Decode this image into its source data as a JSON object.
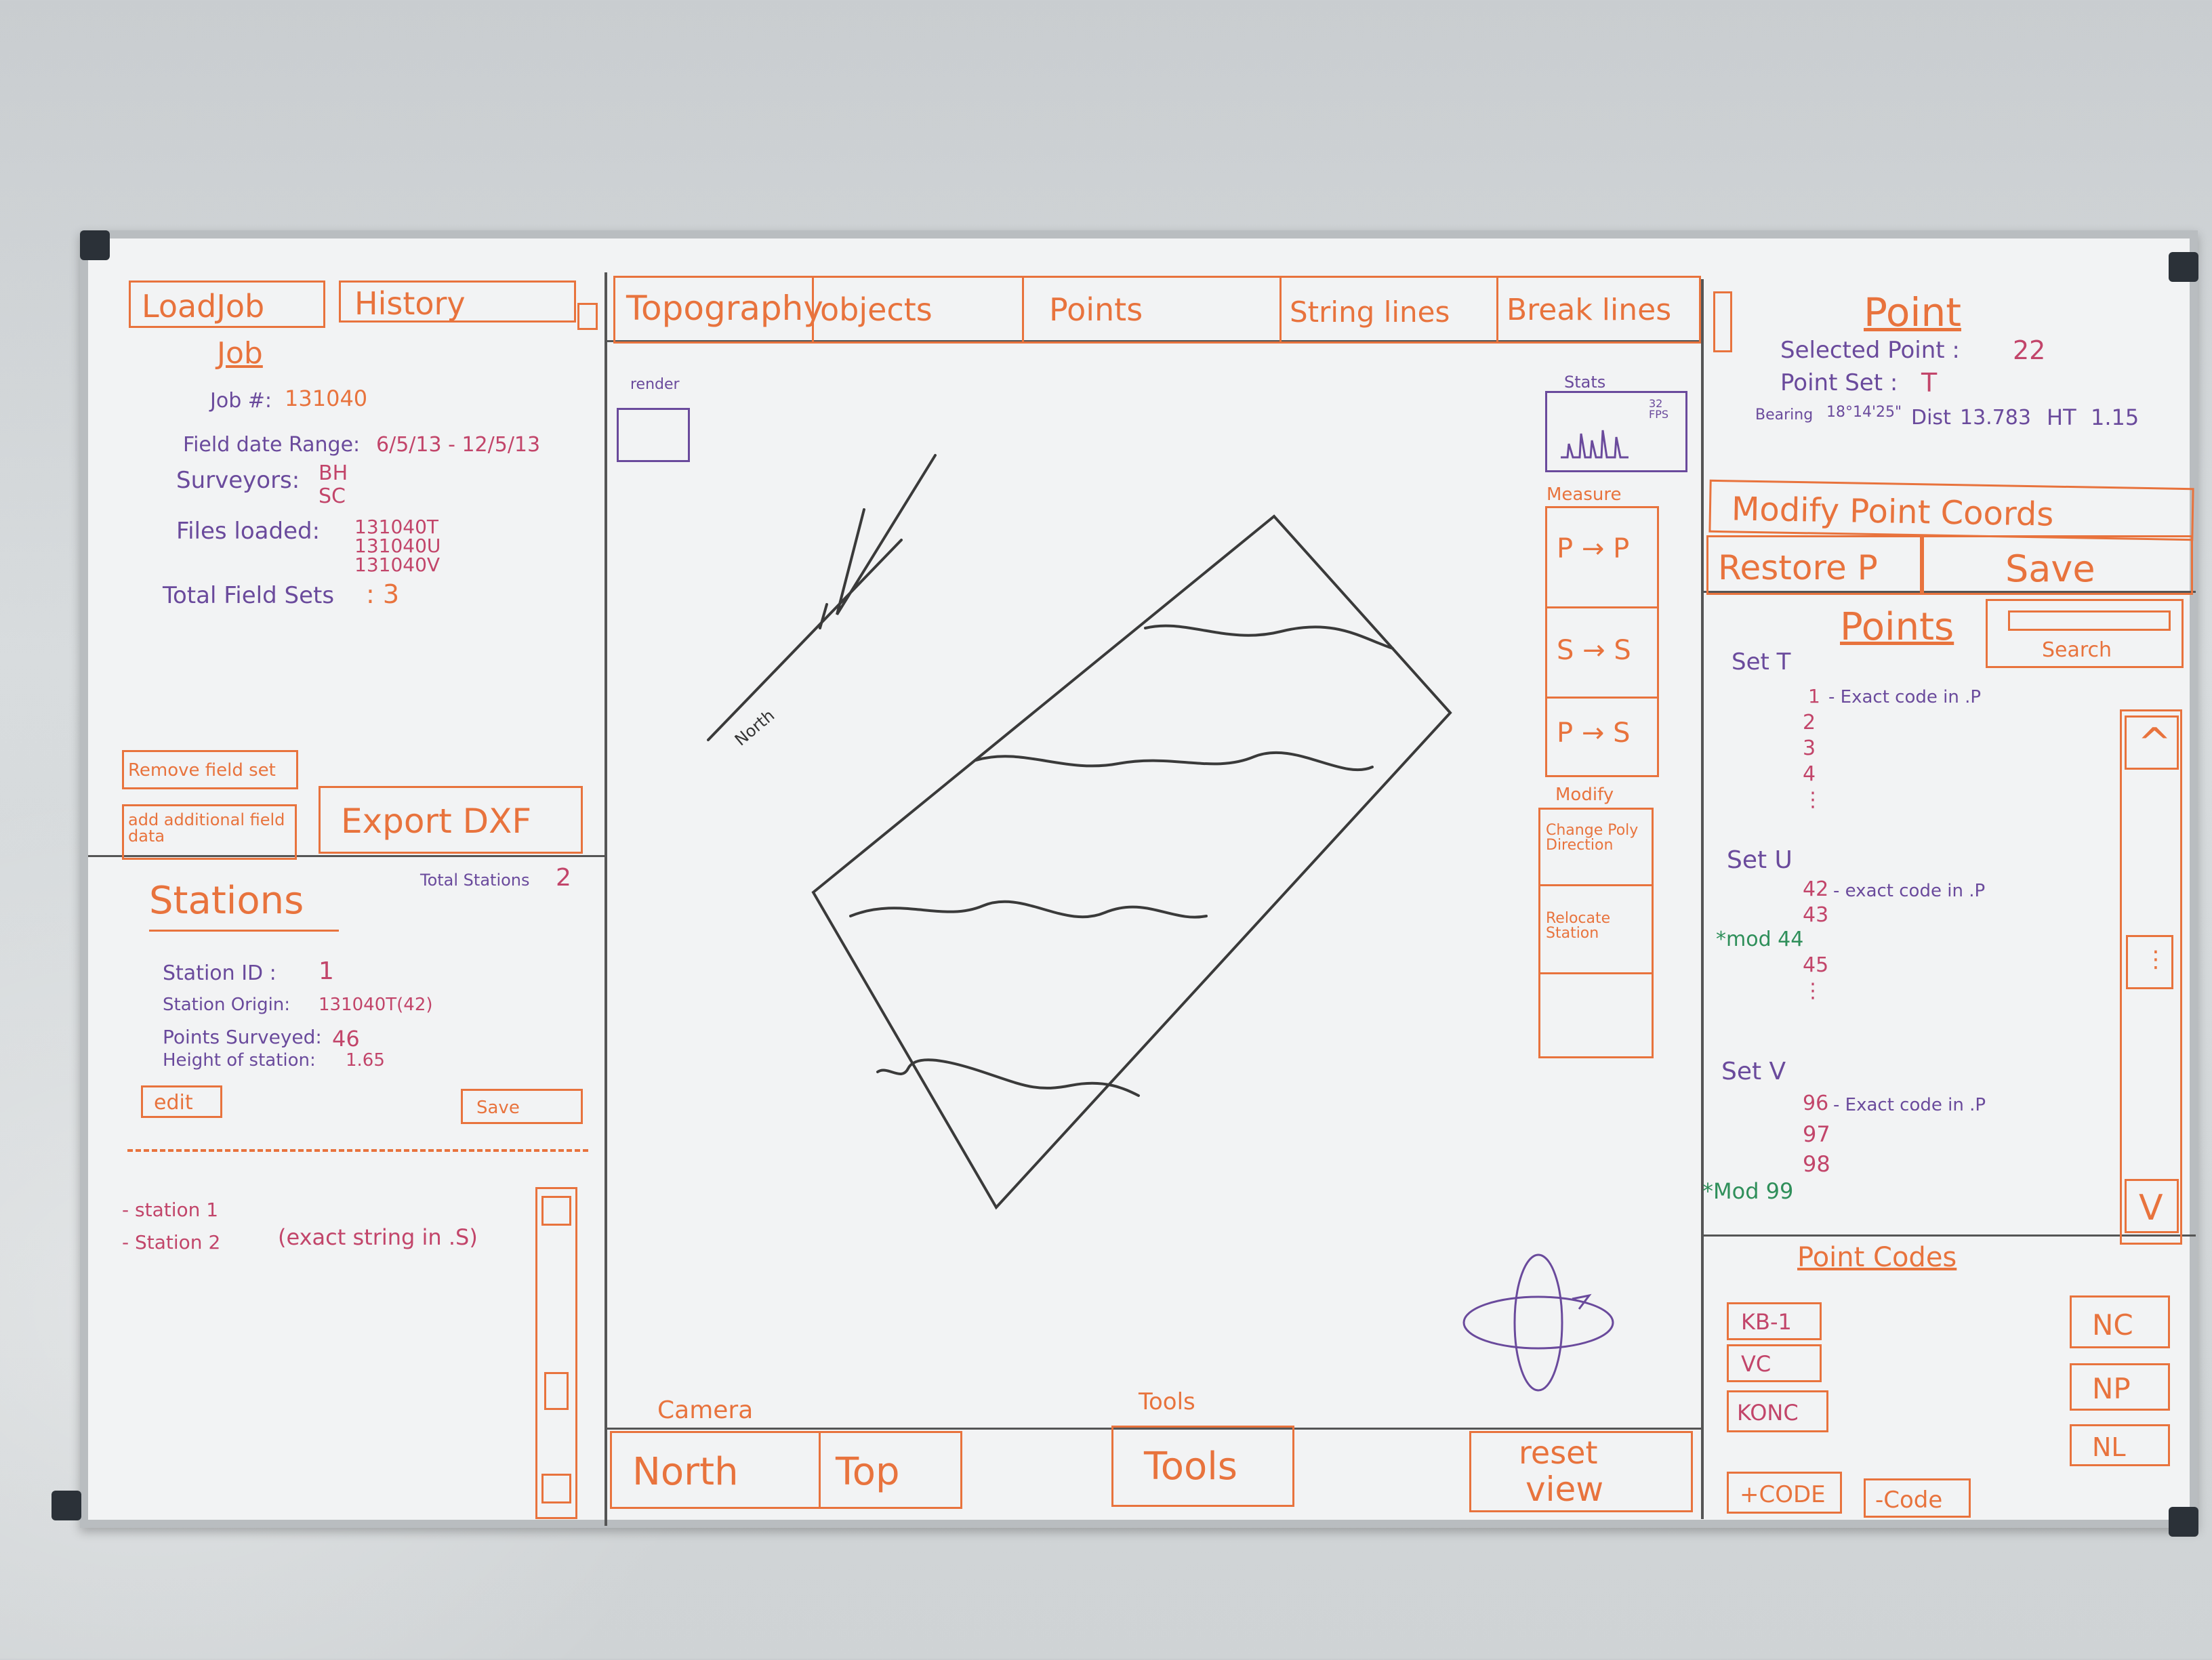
{
  "left": {
    "buttons": {
      "load_job": "LoadJob",
      "history": "History"
    },
    "job_title": "Job",
    "job_fields": {
      "job_no_label": "Job #:",
      "job_no": "131040",
      "field_date_label": "Field date Range:",
      "field_date": "6/5/13 - 12/5/13",
      "surveyors_label": "Surveyors:",
      "surveyor_1": "BH",
      "surveyor_2": "SC",
      "files_label": "Files loaded:",
      "file_1": "131040T",
      "file_2": "131040U",
      "file_3": "131040V",
      "total_sets_label": "Total Field Sets",
      "total_sets": ": 3"
    },
    "actions": {
      "remove": "Remove field set",
      "add": "add additional field data",
      "export": "Export DXF"
    },
    "stations": {
      "title": "Stations",
      "total_label": "Total Stations",
      "total": "2",
      "id_label": "Station ID :",
      "id": "1",
      "origin_label": "Station Origin:",
      "origin": "131040T(42)",
      "surveyed_label": "Points Surveyed:",
      "surveyed": "46",
      "height_label": "Height of station:",
      "height": "1.65",
      "edit": "edit",
      "save": "Save",
      "list": [
        "- station 1",
        "- Station 2"
      ],
      "list_note": "(exact string in .S)"
    }
  },
  "center": {
    "tabs": [
      "Topography",
      "objects",
      "Points",
      "String lines",
      "Break lines"
    ],
    "render_label": "render",
    "stats_label": "Stats",
    "stats_note": "32 FPS",
    "north_label": "North",
    "measure": {
      "title": "Measure",
      "items": [
        "P → P",
        "S → S",
        "P → S"
      ]
    },
    "modify": {
      "title": "Modify",
      "items": [
        "Change Poly Direction",
        "Relocate Station"
      ]
    },
    "camera_label": "Camera",
    "tools_label": "Tools",
    "bottom_buttons": {
      "north": "North",
      "top": "Top",
      "tools": "Tools",
      "reset": "reset",
      "view": "view"
    }
  },
  "right": {
    "point_title": "Point",
    "selected_label": "Selected Point :",
    "selected": "22",
    "set_label": "Point Set :",
    "set": "T",
    "bearing_label": "Bearing",
    "bearing": "18°14'25\"",
    "dist_label": "Dist",
    "dist": "13.783",
    "ht_label": "HT",
    "ht": "1.15",
    "modify": "Modify Point Coords",
    "restore": "Restore P",
    "save": "Save",
    "points_title": "Points",
    "search": "Search",
    "set_t": "Set T",
    "t_first": "1",
    "t_first_note": "- Exact code in .P",
    "t_rest": [
      "2",
      "3",
      "4",
      "⋮"
    ],
    "set_u": "Set U",
    "u_first": "42",
    "u_first_note": "- exact code in .P",
    "u_43": "43",
    "u_mod": "*mod 44",
    "u_45": "45",
    "u_dots": "⋮",
    "set_v": "Set V",
    "v_first": "96",
    "v_first_note": "- Exact code in .P",
    "v_97": "97",
    "v_98": "98",
    "v_mod": "*Mod 99",
    "scroll_up": "^",
    "scroll_down": "V",
    "scroll_thumb": "⋮",
    "codes_title": "Point Codes",
    "codes": [
      "KB-1",
      "VC",
      "KONC"
    ],
    "code_buttons": [
      "NC",
      "NP",
      "NL"
    ],
    "add_code": "+CODE",
    "remove_code": "-Code"
  }
}
